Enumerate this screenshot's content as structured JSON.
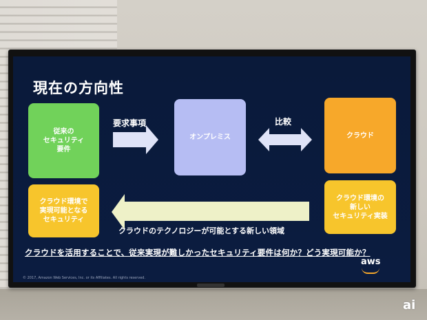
{
  "slide": {
    "title": "現在の方向性",
    "boxes": {
      "legacy": "従来の\nセキュリティ\n要件",
      "onprem": "オンプレミス",
      "cloud": "クラウド",
      "cloud_security": "クラウド環境で\n実現可能となる\nセキュリティ",
      "cloud_new": "クラウド環境の\n新しい\nセキュリティ実装"
    },
    "labels": {
      "requirements": "要求事項",
      "compare": "比較",
      "new_domain": "クラウドのテクノロジーが可能とする新しい領域"
    },
    "question": "クラウドを活用することで、従来実現が難しかったセキュリティ要件は何か？どう実現可能か？",
    "footer": "© 2017, Amazon Web Services, Inc. or its Affiliates. All rights reserved.",
    "logo": "aws"
  },
  "watermark": "ai",
  "colors": {
    "slide_bg": "#0b1c40",
    "green": "#71d25a",
    "lavender": "#b6bdf3",
    "orange": "#f7a82a",
    "yellow": "#f7c52c",
    "arrow": "#eef1c8"
  }
}
